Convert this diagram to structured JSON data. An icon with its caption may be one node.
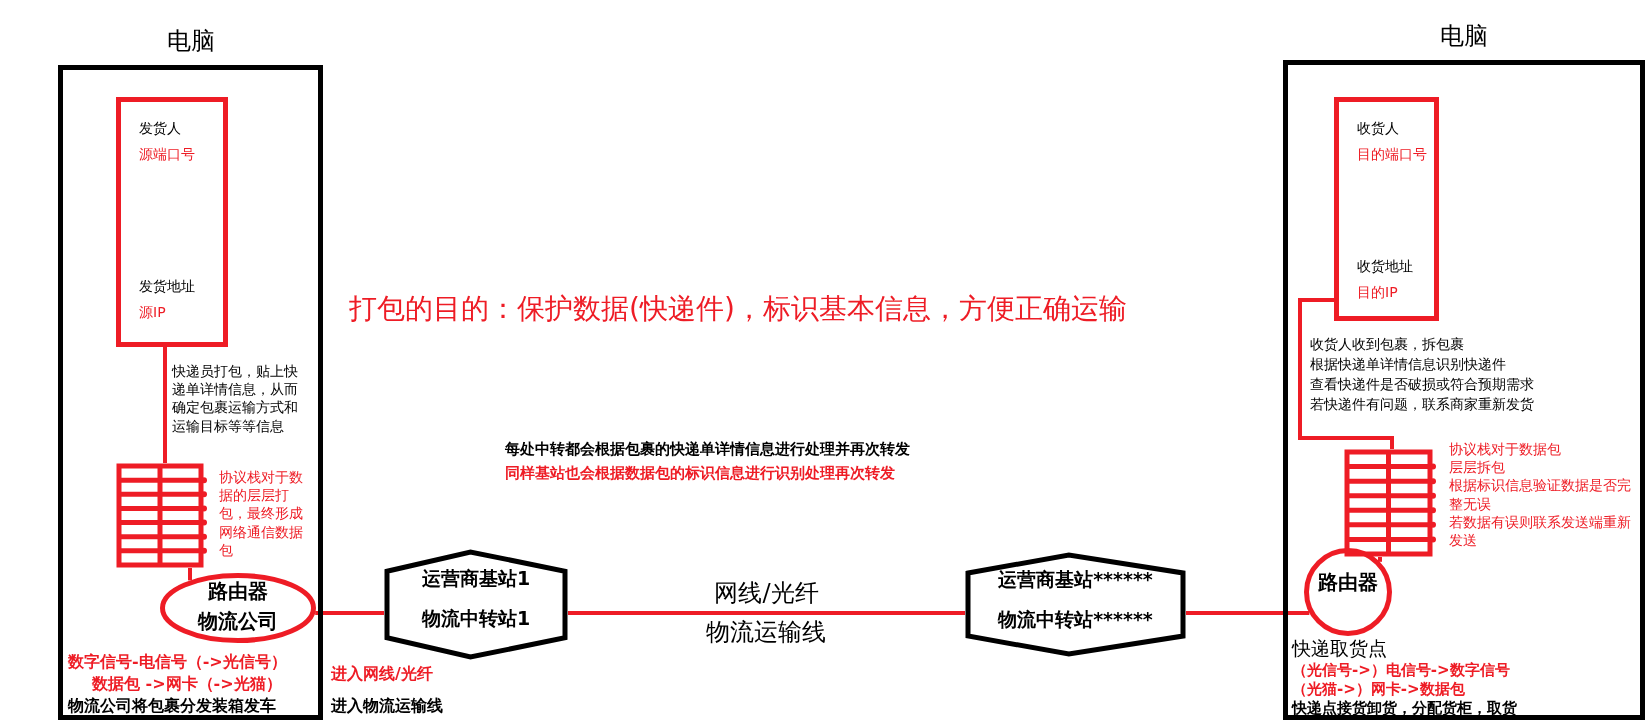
{
  "diagram": {
    "nodes": [
      {
        "text": [
          "电脑"
        ]
      },
      {
        "text": [
          "发货人",
          "源端口号",
          "发货地址",
          "源IP"
        ],
        "in": 0
      },
      {
        "text": [],
        "shape": "box",
        "in": 0,
        "beside": [
          "协议栈对于数据的层层打包，最终形成网络通信数据包"
        ]
      },
      {
        "text": [
          "路由器",
          "物流公司"
        ],
        "in": 0
      },
      {
        "text": [
          "运营商基站1",
          "物流中转站1"
        ]
      },
      {
        "text": [
          "运营商基站******",
          "物流中转站******"
        ]
      },
      {
        "text": [
          "电脑"
        ]
      },
      {
        "text": [
          "收货人",
          "目的端口号",
          "收货地址",
          "目的IP"
        ],
        "in": 6
      },
      {
        "text": [],
        "shape": "box",
        "in": 6,
        "beside": [
          "协议栈对于数据包",
          "层层拆包",
          "根据标识信息验证数据是否完整无误",
          "若数据有误则联系发送端重新发送"
        ]
      },
      {
        "text": [
          "路由器"
        ],
        "in": 6,
        "beside": [
          "快递取货点"
        ]
      }
    ],
    "edges": [
      {
        "from": 1,
        "to": 2,
        "arrow": "none"
      },
      {
        "from": 2,
        "to": 3,
        "arrow": "none"
      },
      {
        "from": 3,
        "to": 4,
        "arrow": "none"
      },
      {
        "from": 4,
        "to": 5,
        "arrow": "none",
        "label": "网线/光纤"
      },
      {
        "from": 5,
        "to": 9,
        "arrow": "none"
      },
      {
        "from": 9,
        "to": 8,
        "arrow": "none"
      },
      {
        "from": 8,
        "to": 7,
        "arrow": "none"
      }
    ],
    "labels": [
      "打包的目的：保护数据(快递件)，标识基本信息，方便正确运输",
      "快递员打包，贴上快递单详情信息，从而确定包裹运输方式和运输目标等等信息",
      "每处中转都会根据包裹的快递单详情信息进行处理并再次转发",
      "同样基站也会根据数据包的标识信息进行识别处理再次转发",
      "物流运输线",
      "数字信号-电信号（->光信号）",
      "数据包 ->网卡（->光猫）",
      "物流公司将包裹分发装箱发车",
      "进入网线/光纤",
      "进入物流运输线",
      "收货人收到包裹，拆包裹",
      "根据快递单详情信息识别快递件",
      "查看快递件是否破损或符合预期需求",
      "若快递件有问题，联系商家重新发货",
      "（光信号->）电信号->数字信号",
      "（光猫->）网卡->数据包",
      "快递点接货卸货，分配货柜，取货"
    ]
  }
}
